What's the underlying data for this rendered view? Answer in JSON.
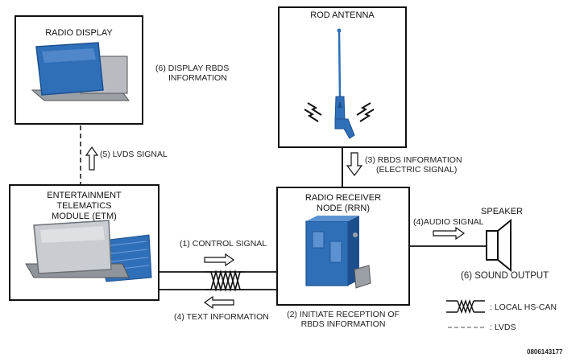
{
  "boxes": {
    "radio_display": {
      "title": "RADIO DISPLAY"
    },
    "rod_antenna": {
      "title": "ROD ANTENNA"
    },
    "etm": {
      "title_lines": [
        "ENTERTAINMENT",
        "TELEMATICS",
        "MODULE (ETM)"
      ]
    },
    "rrn": {
      "title_lines": [
        "RADIO RECEIVER",
        "NODE (RRN)"
      ]
    }
  },
  "speaker": {
    "title": "SPEAKER",
    "caption": "(6) SOUND OUTPUT"
  },
  "signals": {
    "display_rbds": [
      "(6) DISPLAY RBDS",
      "INFORMATION"
    ],
    "lvds_signal": "(5) LVDS SIGNAL",
    "rbds_info": [
      "(3) RBDS INFORMATION",
      "(ELECTRIC SIGNAL)"
    ],
    "control_signal": "(1) CONTROL SIGNAL",
    "text_information": "(4) TEXT INFORMATION",
    "audio_signal": "(4)AUDIO SIGNAL",
    "initiate_reception": [
      "(2) INITIATE RECEPTION OF",
      "RBDS INFORMATION"
    ]
  },
  "legend": {
    "local_hs_can": ": LOCAL HS-CAN",
    "lvds": ": LVDS"
  },
  "figure_id": "0806143177",
  "colors": {
    "device_blue": "#2f6fb8",
    "device_blue_dark": "#1d4f8f",
    "device_silver": "#c9ccd0",
    "line": "#111111"
  }
}
